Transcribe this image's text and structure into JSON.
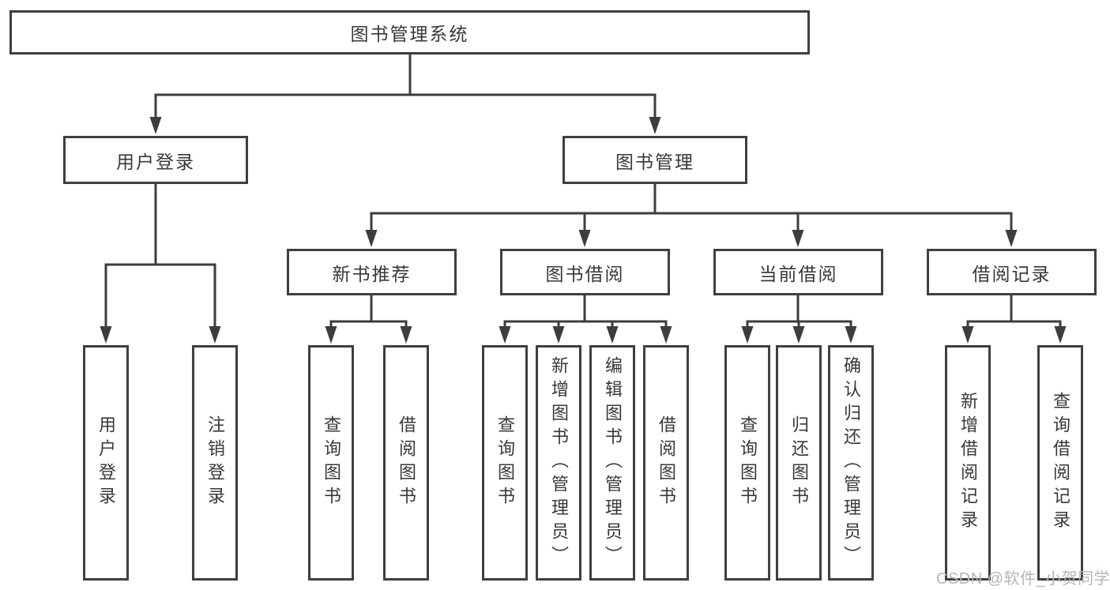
{
  "colors": {
    "line": "#3d3d3d",
    "box_border": "#3f3f3f",
    "text": "#383838",
    "background": "#ffffff",
    "watermark": "#b3b6bb"
  },
  "watermark": {
    "text": "CSDN @软件_小贺同学"
  },
  "diagram": {
    "root": {
      "label": "图书管理系统"
    },
    "login": {
      "label": "用户登录",
      "children": [
        {
          "label": "用户登录"
        },
        {
          "label": "注销登录"
        }
      ]
    },
    "manage": {
      "label": "图书管理"
    },
    "recommend": {
      "label": "新书推荐",
      "children": [
        {
          "label": "查询图书"
        },
        {
          "label": "借阅图书"
        }
      ]
    },
    "borrow": {
      "label": "图书借阅",
      "children": [
        {
          "label": "查询图书"
        },
        {
          "label": "新增图书（管理员）"
        },
        {
          "label": "编辑图书（管理员）"
        },
        {
          "label": "借阅图书"
        }
      ]
    },
    "current": {
      "label": "当前借阅",
      "children": [
        {
          "label": "查询图书"
        },
        {
          "label": "归还图书"
        },
        {
          "label": "确认归还（管理员）"
        }
      ]
    },
    "records": {
      "label": "借阅记录",
      "children": [
        {
          "label": "新增借阅记录"
        },
        {
          "label": "查询借阅记录"
        }
      ]
    }
  }
}
